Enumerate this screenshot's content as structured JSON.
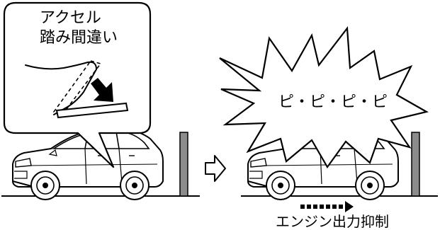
{
  "callout": {
    "line1": "アクセル",
    "line2": "踏み間違い"
  },
  "sound": "ピ・ピ・ピ・ピ",
  "caption": "エンジン出力抑制",
  "colors": {
    "line": "#000000",
    "pillar": "#8c8c8c",
    "pedal_arrow": "#000000"
  },
  "icons": [
    "car-icon",
    "foot-icon",
    "pedal-icon",
    "down-arrow-icon",
    "right-arrow-icon",
    "dashed-arrow-icon",
    "pillar-icon"
  ]
}
